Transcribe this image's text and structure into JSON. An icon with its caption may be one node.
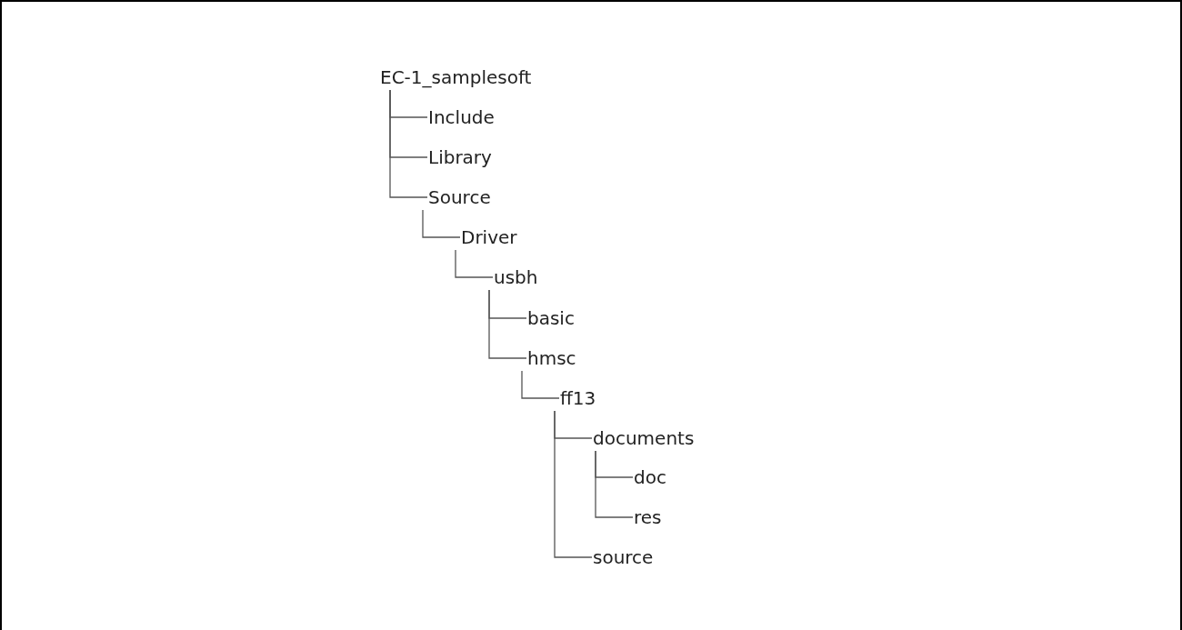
{
  "diagram": {
    "nodes": [
      {
        "text": [
          "EC-1_samplesoft"
        ]
      },
      {
        "text": [
          "Include"
        ]
      },
      {
        "text": [
          "Library"
        ]
      },
      {
        "text": [
          "Source"
        ]
      },
      {
        "text": [
          "Driver"
        ]
      },
      {
        "text": [
          "usbh"
        ]
      },
      {
        "text": [
          "basic"
        ]
      },
      {
        "text": [
          "hmsc"
        ]
      },
      {
        "text": [
          "ff13"
        ]
      },
      {
        "text": [
          "documents"
        ]
      },
      {
        "text": [
          "doc"
        ]
      },
      {
        "text": [
          "res"
        ]
      },
      {
        "text": [
          "source"
        ]
      }
    ],
    "edges": [
      {
        "from": 0,
        "to": 1,
        "arrow": "none"
      },
      {
        "from": 0,
        "to": 2,
        "arrow": "none"
      },
      {
        "from": 0,
        "to": 3,
        "arrow": "none"
      },
      {
        "from": 3,
        "to": 4,
        "arrow": "none"
      },
      {
        "from": 4,
        "to": 5,
        "arrow": "none"
      },
      {
        "from": 5,
        "to": 6,
        "arrow": "none"
      },
      {
        "from": 5,
        "to": 7,
        "arrow": "none"
      },
      {
        "from": 7,
        "to": 8,
        "arrow": "none"
      },
      {
        "from": 8,
        "to": 9,
        "arrow": "none"
      },
      {
        "from": 9,
        "to": 10,
        "arrow": "none"
      },
      {
        "from": 9,
        "to": 11,
        "arrow": "none"
      },
      {
        "from": 8,
        "to": 12,
        "arrow": "none"
      }
    ]
  }
}
